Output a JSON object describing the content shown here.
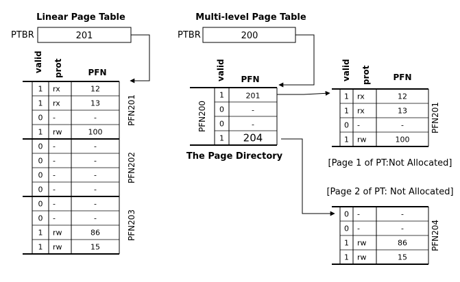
{
  "linear": {
    "title": "Linear Page Table",
    "ptbr_label": "PTBR",
    "ptbr_value": "201",
    "headers": {
      "valid": "valid",
      "prot": "prot",
      "pfn": "PFN"
    },
    "pages": [
      {
        "label": "PFN201",
        "rows": [
          [
            "1",
            "rx",
            "12"
          ],
          [
            "1",
            "rx",
            "13"
          ],
          [
            "0",
            "-",
            "-"
          ],
          [
            "1",
            "rw",
            "100"
          ]
        ]
      },
      {
        "label": "PFN202",
        "rows": [
          [
            "0",
            "-",
            "-"
          ],
          [
            "0",
            "-",
            "-"
          ],
          [
            "0",
            "-",
            "-"
          ],
          [
            "0",
            "-",
            "-"
          ]
        ]
      },
      {
        "label": "PFN203",
        "rows": [
          [
            "0",
            "-",
            "-"
          ],
          [
            "0",
            "-",
            "-"
          ],
          [
            "1",
            "rw",
            "86"
          ],
          [
            "1",
            "rw",
            "15"
          ]
        ]
      }
    ]
  },
  "multi": {
    "title": "Multi-level Page Table",
    "ptbr_label": "PTBR",
    "ptbr_value": "200",
    "directory": {
      "headers": {
        "valid": "valid",
        "pfn": "PFN"
      },
      "label": "PFN200",
      "caption": "The Page Directory",
      "rows": [
        [
          "1",
          "201"
        ],
        [
          "0",
          "-"
        ],
        [
          "0",
          "-"
        ],
        [
          "1",
          "204"
        ]
      ]
    },
    "page0": {
      "headers": {
        "valid": "valid",
        "prot": "prot",
        "pfn": "PFN"
      },
      "label": "PFN201",
      "rows": [
        [
          "1",
          "rx",
          "12"
        ],
        [
          "1",
          "rx",
          "13"
        ],
        [
          "0",
          "-",
          "-"
        ],
        [
          "1",
          "rw",
          "100"
        ]
      ]
    },
    "note1": "[Page 1 of PT:Not Allocated]",
    "note2": "[Page 2 of PT: Not Allocated]",
    "page3": {
      "label": "PFN204",
      "rows": [
        [
          "0",
          "-",
          "-"
        ],
        [
          "0",
          "-",
          "-"
        ],
        [
          "1",
          "rw",
          "86"
        ],
        [
          "1",
          "rw",
          "15"
        ]
      ]
    }
  }
}
